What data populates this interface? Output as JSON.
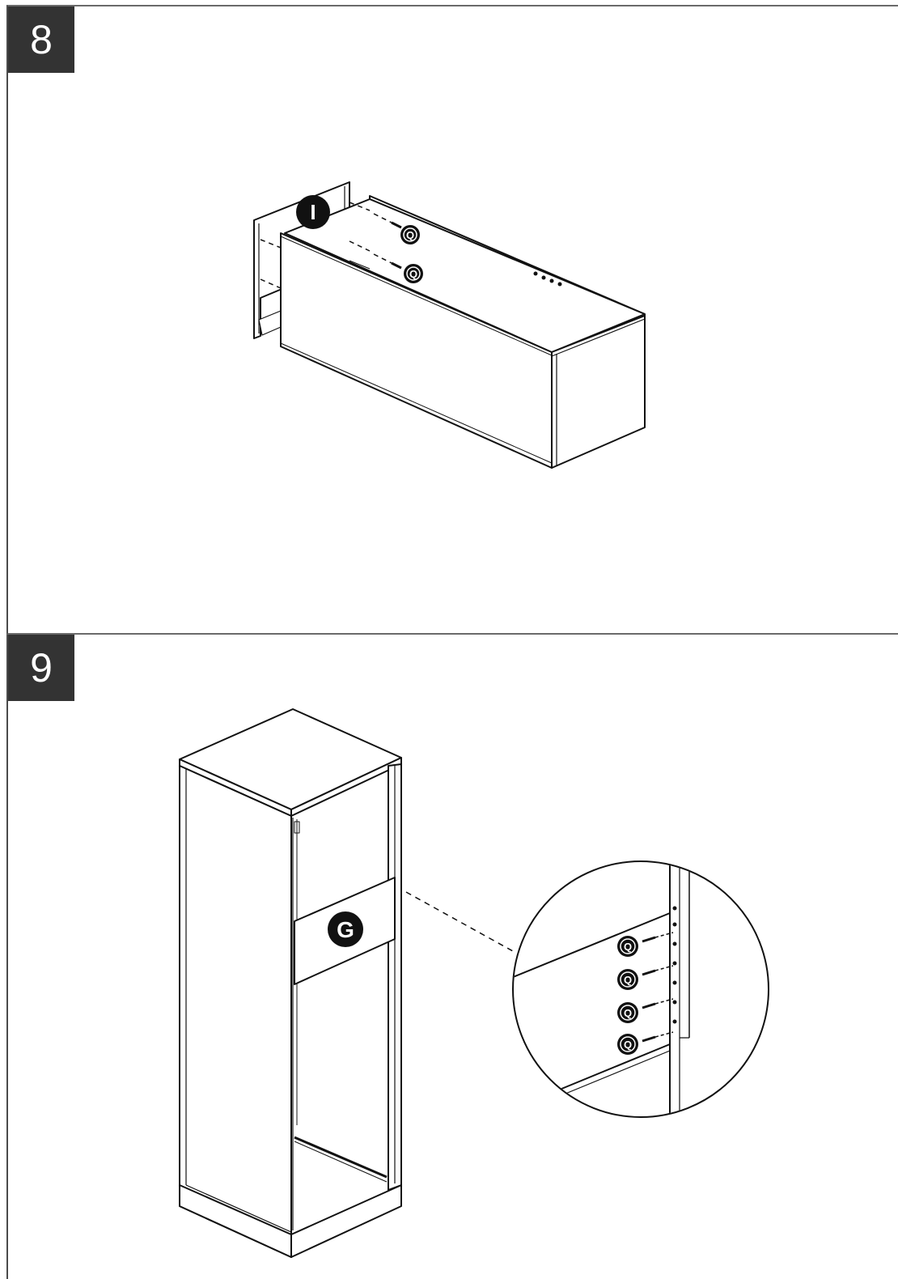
{
  "steps": [
    {
      "number": "8",
      "part_labels": [
        "I"
      ],
      "hardware_labels": [
        "Q",
        "Q"
      ]
    },
    {
      "number": "9",
      "part_labels": [
        "G"
      ],
      "hardware_labels": [
        "Q",
        "Q",
        "Q",
        "Q"
      ]
    }
  ],
  "colors": {
    "badge": "#333333",
    "line": "#111111",
    "frame": "#6a6a6a"
  }
}
